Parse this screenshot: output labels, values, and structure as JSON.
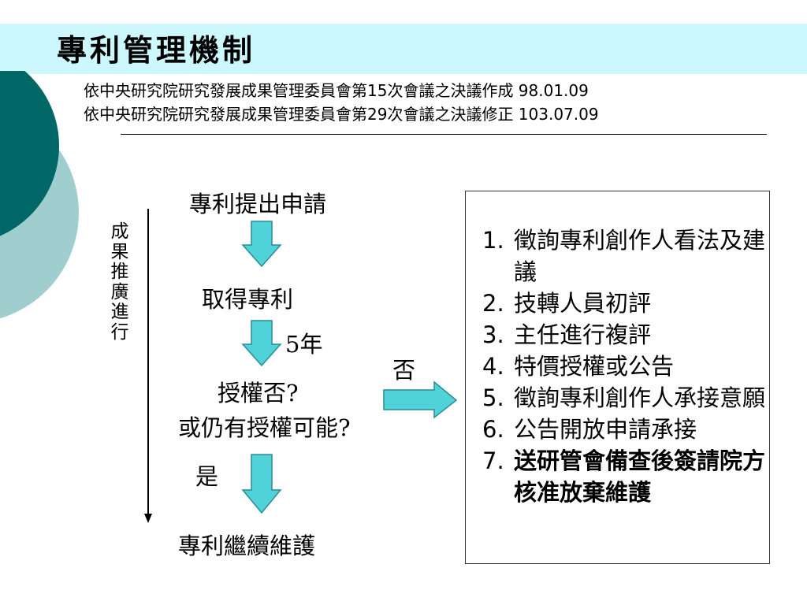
{
  "header": {
    "title": "專利管理機制",
    "subtitle_lines": [
      "依中央研究院研究發展成果管理委員會第15次會議之決議作成 98.01.09",
      "依中央研究院研究發展成果管理委員會第29次會議之決議修正 103.07.09"
    ]
  },
  "flow": {
    "side_label": "成果推廣進行",
    "nodes": {
      "apply": "專利提出申請",
      "obtain": "取得專利",
      "years": "5年",
      "licensed_q1": "授權否?",
      "licensed_q2": "或仍有授權可能?",
      "yes": "是",
      "no": "否",
      "maintain": "專利繼續維護"
    }
  },
  "steps": [
    {
      "num": "1.",
      "text": "徵詢專利創作人看法及建議",
      "bold": false
    },
    {
      "num": "2.",
      "text": "技轉人員初評",
      "bold": false
    },
    {
      "num": "3.",
      "text": "主任進行複評",
      "bold": false
    },
    {
      "num": "4.",
      "text": "特價授權或公告",
      "bold": false
    },
    {
      "num": "5.",
      "text": "徵詢專利創作人承接意願",
      "bold": false
    },
    {
      "num": "6.",
      "text": "公告開放申請承接",
      "bold": false
    },
    {
      "num": "7.",
      "text": "送研管會備查後簽請院方核准放棄維護",
      "bold": true
    }
  ],
  "colors": {
    "band": "#ccf7fc",
    "circle_dark": "#006666",
    "circle_light": "#a0cece",
    "arrow_fill": "#4fd3d9",
    "arrow_stroke": "#2a8c94"
  }
}
